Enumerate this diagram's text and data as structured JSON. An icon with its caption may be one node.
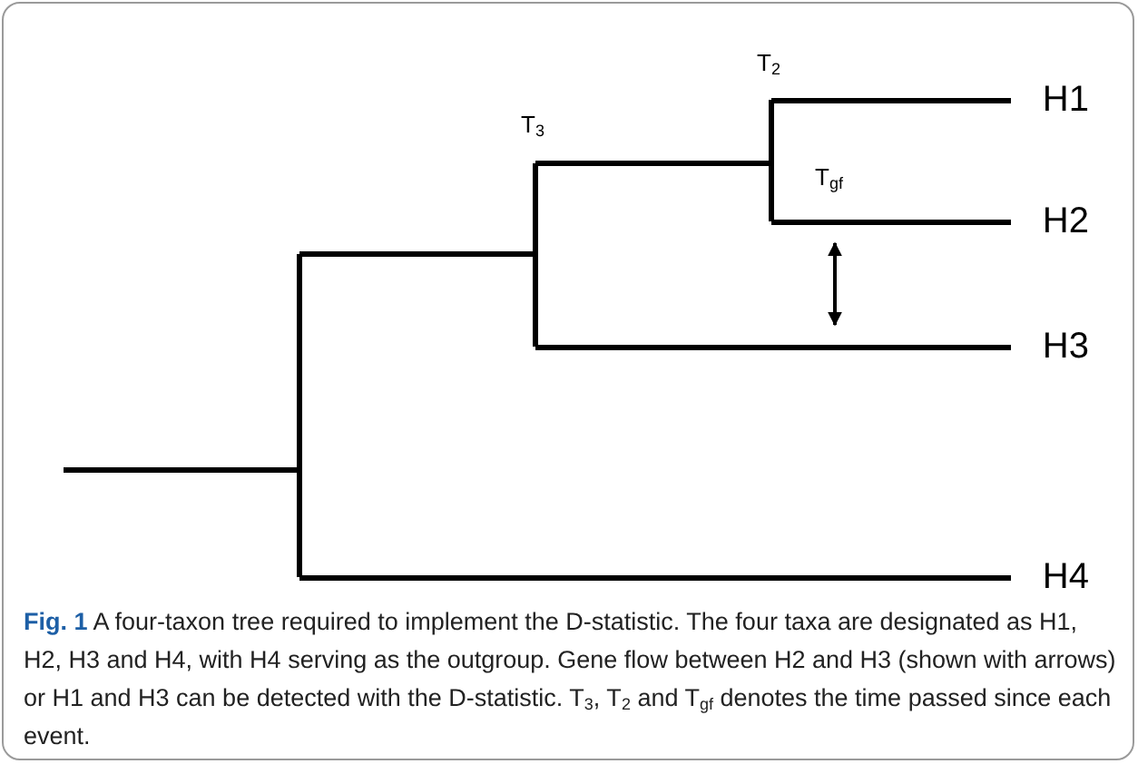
{
  "diagram": {
    "caption": "**Fig. 1** A four-taxon tree required to implement the D-statistic. The four taxa are designated as H1, H2, H3 and H4, with H4 serving as the outgroup. Gene flow between H2 and H3 (shown with arrows) or H1 and H3 can be detected with the D-statistic. T$_{3}$, T$_{2}$ and T$_{gf}$ denotes the time passed since each event.",
    "nodes": [
      {
        "text": [
          "H1"
        ]
      },
      {
        "text": [
          "H2"
        ]
      },
      {
        "text": [
          "H3"
        ]
      },
      {
        "text": [
          "H4"
        ]
      }
    ],
    "edges": [
      {
        "from": 1,
        "to": 2,
        "arrow": "both"
      }
    ],
    "labels": [
      "T$_{2}$",
      "T$_{3}$",
      "T$_{gf}$"
    ]
  }
}
